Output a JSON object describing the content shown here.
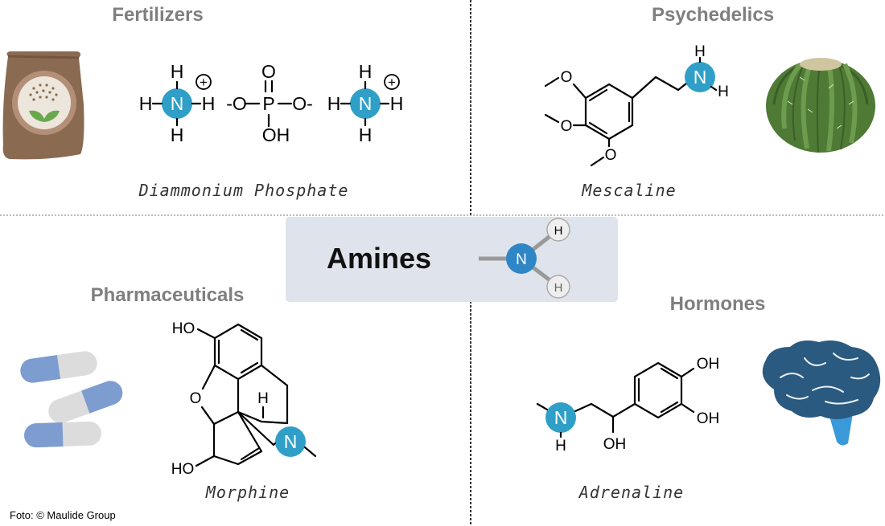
{
  "sections": {
    "fertilizers": {
      "heading": "Fertilizers",
      "compound": "Diammonium Phosphate"
    },
    "psychedelics": {
      "heading": "Psychedelics",
      "compound": "Mescaline"
    },
    "pharmaceuticals": {
      "heading": "Pharmaceuticals",
      "compound": "Morphine"
    },
    "hormones": {
      "heading": "Hormones",
      "compound": "Adrenaline"
    }
  },
  "center": {
    "title": "Amines",
    "model_n": "N",
    "model_h": "H"
  },
  "atoms": {
    "H": "H",
    "N": "N",
    "O": "O",
    "P": "P",
    "OH": "OH",
    "HO": "HO",
    "O_minus": "-O",
    "O_minus_r": "O-",
    "charge": "+"
  },
  "credit": "Foto: © Maulide Group",
  "colors": {
    "nitrogen": "#2f9fc8",
    "heading": "#7f7f7f",
    "center_box": "#dfe3ec",
    "divider": "#333333"
  }
}
